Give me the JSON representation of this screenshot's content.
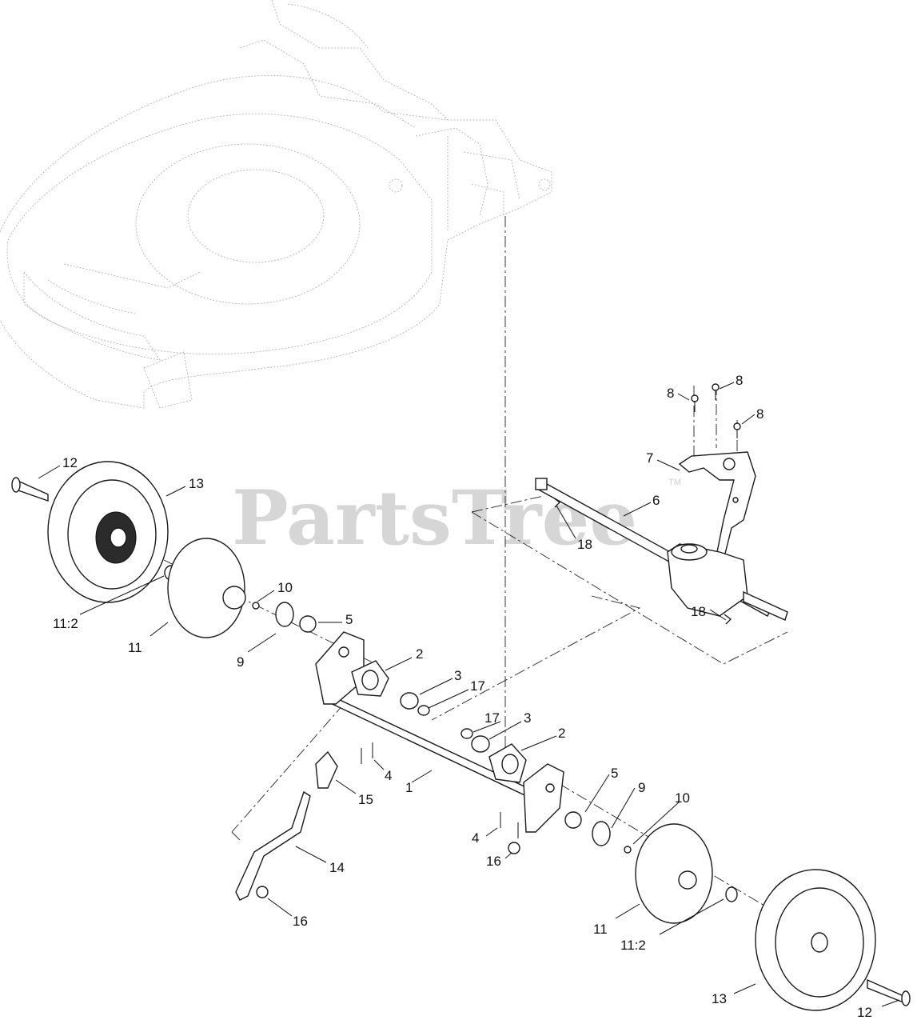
{
  "watermark": {
    "text": "PartsTree",
    "trademark": "TM"
  },
  "colors": {
    "linework": "#1a1a1a",
    "ghost": "#b9b9b9",
    "watermark": "#d6d6d6"
  },
  "callouts": {
    "c1": "1",
    "c2a": "2",
    "c2b": "2",
    "c3a": "3",
    "c3b": "3",
    "c4a": "4",
    "c4b": "4",
    "c5a": "5",
    "c5b": "5",
    "c6": "6",
    "c7": "7",
    "c8a": "8",
    "c8b": "8",
    "c8c": "8",
    "c9a": "9",
    "c9b": "9",
    "c10a": "10",
    "c10b": "10",
    "c11a": "11",
    "c11b": "11",
    "c112a": "11:2",
    "c112b": "11:2",
    "c12a": "12",
    "c12b": "12",
    "c13a": "13",
    "c13b": "13",
    "c14": "14",
    "c15": "15",
    "c16a": "16",
    "c16b": "16",
    "c17a": "17",
    "c17b": "17",
    "c18a": "18",
    "c18b": "18"
  }
}
